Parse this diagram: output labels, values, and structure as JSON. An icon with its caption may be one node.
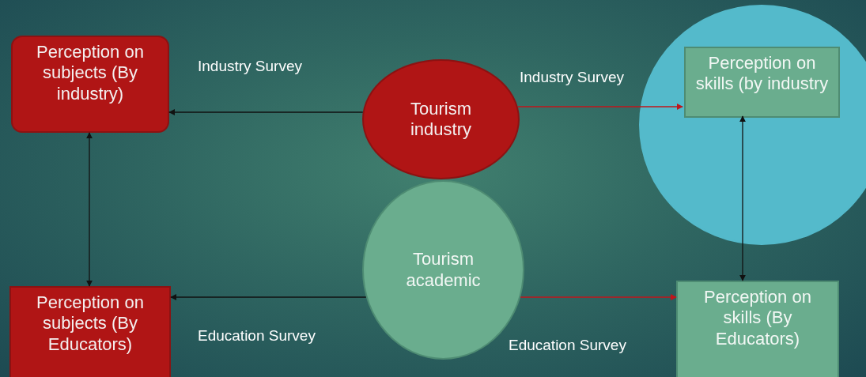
{
  "diagram": {
    "nodes": [
      {
        "text": [
          "Perception on subjects (By industry)"
        ]
      },
      {
        "text": [
          "Tourism industry"
        ]
      },
      {
        "text": [],
        "shape": "circle"
      },
      {
        "text": [
          "Perception on skills (by industry"
        ],
        "in": 2
      },
      {
        "text": [
          "Perception on subjects (By Educators)"
        ]
      },
      {
        "text": [
          "Tourism academic"
        ]
      },
      {
        "text": [
          "Perception on skills (By Educators)"
        ]
      }
    ],
    "edges": [
      {
        "from": 1,
        "to": 0,
        "arrow": "to",
        "label": "Industry Survey"
      },
      {
        "from": 1,
        "to": 3,
        "arrow": "to",
        "label": "Industry Survey",
        "color": "#c0161b"
      },
      {
        "from": 0,
        "to": 4,
        "arrow": "both"
      },
      {
        "from": 3,
        "to": 6,
        "arrow": "both"
      },
      {
        "from": 5,
        "to": 4,
        "arrow": "to",
        "label": "Education Survey"
      },
      {
        "from": 5,
        "to": 6,
        "arrow": "to",
        "label": "Education Survey",
        "color": "#c0161b"
      }
    ]
  }
}
